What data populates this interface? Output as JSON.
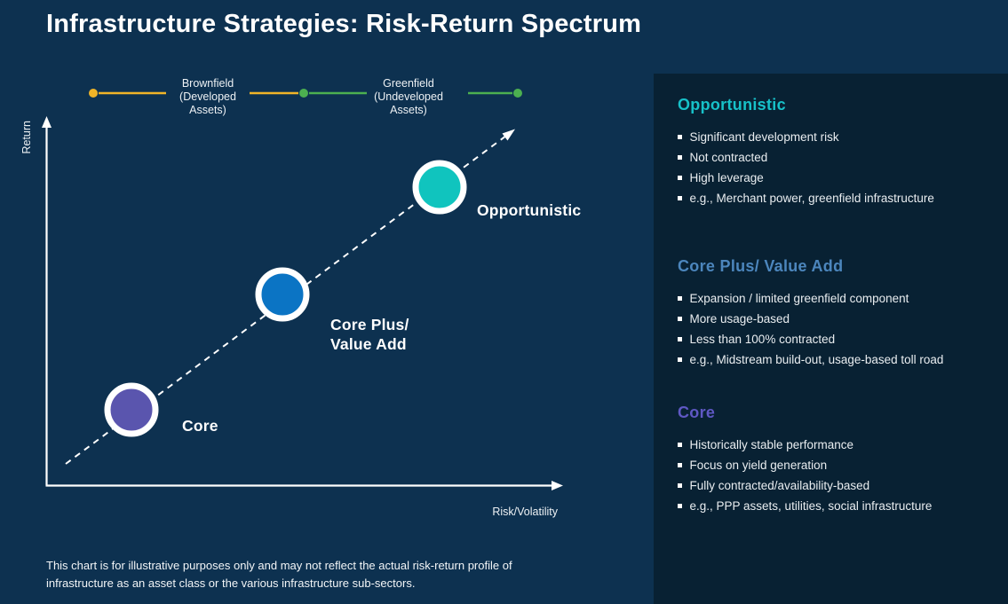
{
  "title": "Infrastructure Strategies: Risk-Return Spectrum",
  "colors": {
    "background": "#0D3150",
    "panel_background": "#082133",
    "white": "#FFFFFF",
    "legend_yellow": "#F0B428",
    "legend_green": "#4CB050",
    "circle_teal": "#10C4BE",
    "circle_blue": "#0B74C4",
    "circle_purple": "#5A55AE",
    "heading_teal": "#17C1C9",
    "heading_blue": "#4C86BD",
    "heading_purple": "#5F58C4"
  },
  "legend": {
    "brownfield_label": "Brownfield\n(Developed\nAssets)",
    "greenfield_label": "Greenfield\n(Undeveloped\nAssets)"
  },
  "chart": {
    "y_axis_label": "Return",
    "x_axis_label": "Risk/Volatility",
    "point_labels": {
      "core": "Core",
      "core_plus": "Core Plus/\nValue Add",
      "opportunistic": "Opportunistic"
    }
  },
  "chart_data": {
    "type": "scatter",
    "title": "Infrastructure Strategies: Risk-Return Spectrum",
    "xlabel": "Risk/Volatility",
    "ylabel": "Return",
    "grid": false,
    "numeric_ticks": false,
    "axis_note": "Axes are qualitative (low to high); positions estimated on a 0-4 relative scale",
    "points": [
      {
        "label": "Core",
        "x": 1,
        "y": 1,
        "risk": "low",
        "return": "low",
        "color": "#5A55AE"
      },
      {
        "label": "Core Plus/ Value Add",
        "x": 2,
        "y": 2,
        "risk": "medium",
        "return": "medium",
        "color": "#0B74C4"
      },
      {
        "label": "Opportunistic",
        "x": 3,
        "y": 3,
        "risk": "high",
        "return": "high",
        "color": "#10C4BE"
      }
    ],
    "trend_line": {
      "style": "dashed-arrow",
      "from": [
        0.2,
        0.2
      ],
      "to": [
        3.5,
        3.5
      ]
    },
    "spectrum_legend": {
      "position": "top",
      "segments": [
        {
          "label": "Brownfield (Developed Assets)",
          "color": "#F0B428"
        },
        {
          "label": "Greenfield (Undeveloped Assets)",
          "color": "#4CB050"
        }
      ]
    }
  },
  "panel": {
    "sections": [
      {
        "heading": "Opportunistic",
        "color": "#17C1C9",
        "bullets": [
          "Significant development risk",
          "Not contracted",
          "High leverage",
          "e.g., Merchant power, greenfield infrastructure"
        ]
      },
      {
        "heading": "Core Plus/ Value Add",
        "color": "#4C86BD",
        "bullets": [
          "Expansion / limited greenfield component",
          "More usage-based",
          "Less than 100% contracted",
          "e.g., Midstream build-out, usage-based toll road"
        ]
      },
      {
        "heading": "Core",
        "color": "#5F58C4",
        "bullets": [
          "Historically stable performance",
          "Focus on yield generation",
          "Fully contracted/availability-based",
          "e.g., PPP assets, utilities, social infrastructure"
        ]
      }
    ]
  },
  "footnote": "This chart is for illustrative purposes only and may not reflect the actual risk-return profile of\ninfrastructure as an asset class or the various infrastructure sub-sectors."
}
